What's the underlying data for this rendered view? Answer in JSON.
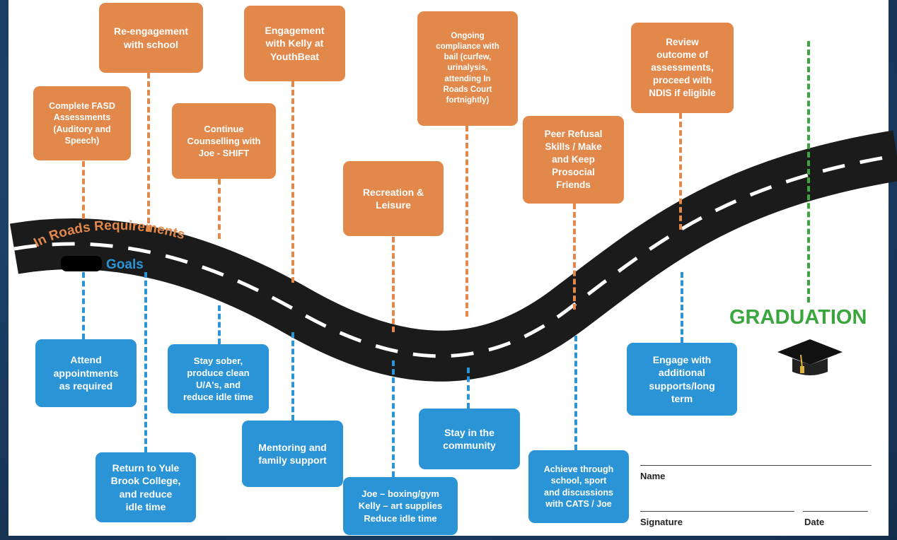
{
  "road": {
    "label_requirements": "In Roads Requirements",
    "label_goals": "Goals",
    "color_road": "#1b1b1b",
    "color_requirements": "#e2884a",
    "color_goals": "#2a94d6"
  },
  "requirements": [
    "Complete FASD\nAssessments\n(Auditory and\nSpeech)",
    "Re-engagement\nwith school",
    "Continue\nCounselling with\nJoe - SHIFT",
    "Engagement\nwith Kelly at\nYouthBeat",
    "Recreation &\nLeisure",
    "Ongoing\ncompliance with\nbail (curfew,\nurinalysis,\nattending In\nRoads Court\nfortnightly)",
    "Peer Refusal\nSkills / Make\nand Keep\nProsocial\nFriends",
    "Review\noutcome of\nassessments,\nproceed with\nNDIS if eligible"
  ],
  "goals": [
    "Attend\nappointments\nas required",
    "Return to Yule\nBrook College,\nand reduce\nidle time",
    "Stay sober,\nproduce clean\nU/A's, and\nreduce idle time",
    "Mentoring and\nfamily support",
    "Joe – boxing/gym\nKelly – art supplies\nReduce idle time",
    "Stay in the\ncommunity",
    "Achieve through\nschool, sport\nand discussions\nwith CATS / Joe",
    "Engage with\nadditional\nsupports/long\nterm"
  ],
  "graduation": {
    "label": "GRADUATION",
    "icon": "graduation-cap-icon",
    "color": "#3aa63d"
  },
  "signoff": {
    "name_label": "Name",
    "signature_label": "Signature",
    "date_label": "Date"
  }
}
